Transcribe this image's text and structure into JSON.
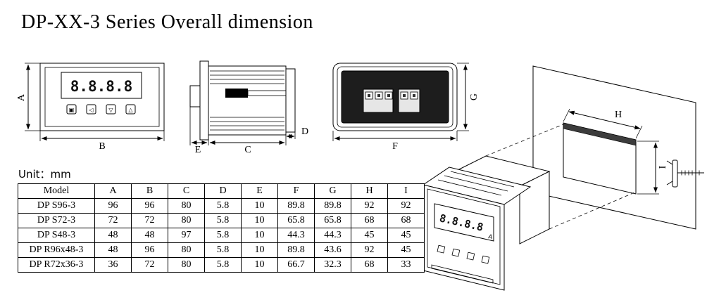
{
  "title": "DP-XX-3 Series Overall dimension",
  "unit_label": "Unit：mm",
  "front_view": {
    "display_value": "8.8.8.8",
    "buttons": [
      "▣",
      "◁",
      "▽",
      "△"
    ],
    "dim_height": "A",
    "dim_width": "B"
  },
  "side_view": {
    "dim_left": "E",
    "dim_depth": "C",
    "dim_terminal": "D"
  },
  "back_view": {
    "dim_height": "G",
    "dim_width": "F"
  },
  "perspective_view": {
    "dim_cutout_width": "H",
    "dim_cutout_height": "I",
    "display_value": "8.8.8.8",
    "unit_indicator": "A"
  },
  "table": {
    "headers": [
      "Model",
      "A",
      "B",
      "C",
      "D",
      "E",
      "F",
      "G",
      "H",
      "I"
    ],
    "rows": [
      [
        "DP S96-3",
        "96",
        "96",
        "80",
        "5.8",
        "10",
        "89.8",
        "89.8",
        "92",
        "92"
      ],
      [
        "DP S72-3",
        "72",
        "72",
        "80",
        "5.8",
        "10",
        "65.8",
        "65.8",
        "68",
        "68"
      ],
      [
        "DP S48-3",
        "48",
        "48",
        "97",
        "5.8",
        "10",
        "44.3",
        "44.3",
        "45",
        "45"
      ],
      [
        "DP R96x48-3",
        "48",
        "96",
        "80",
        "5.8",
        "10",
        "89.8",
        "43.6",
        "92",
        "45"
      ],
      [
        "DP R72x36-3",
        "36",
        "72",
        "80",
        "5.8",
        "10",
        "66.7",
        "32.3",
        "68",
        "33"
      ]
    ]
  }
}
